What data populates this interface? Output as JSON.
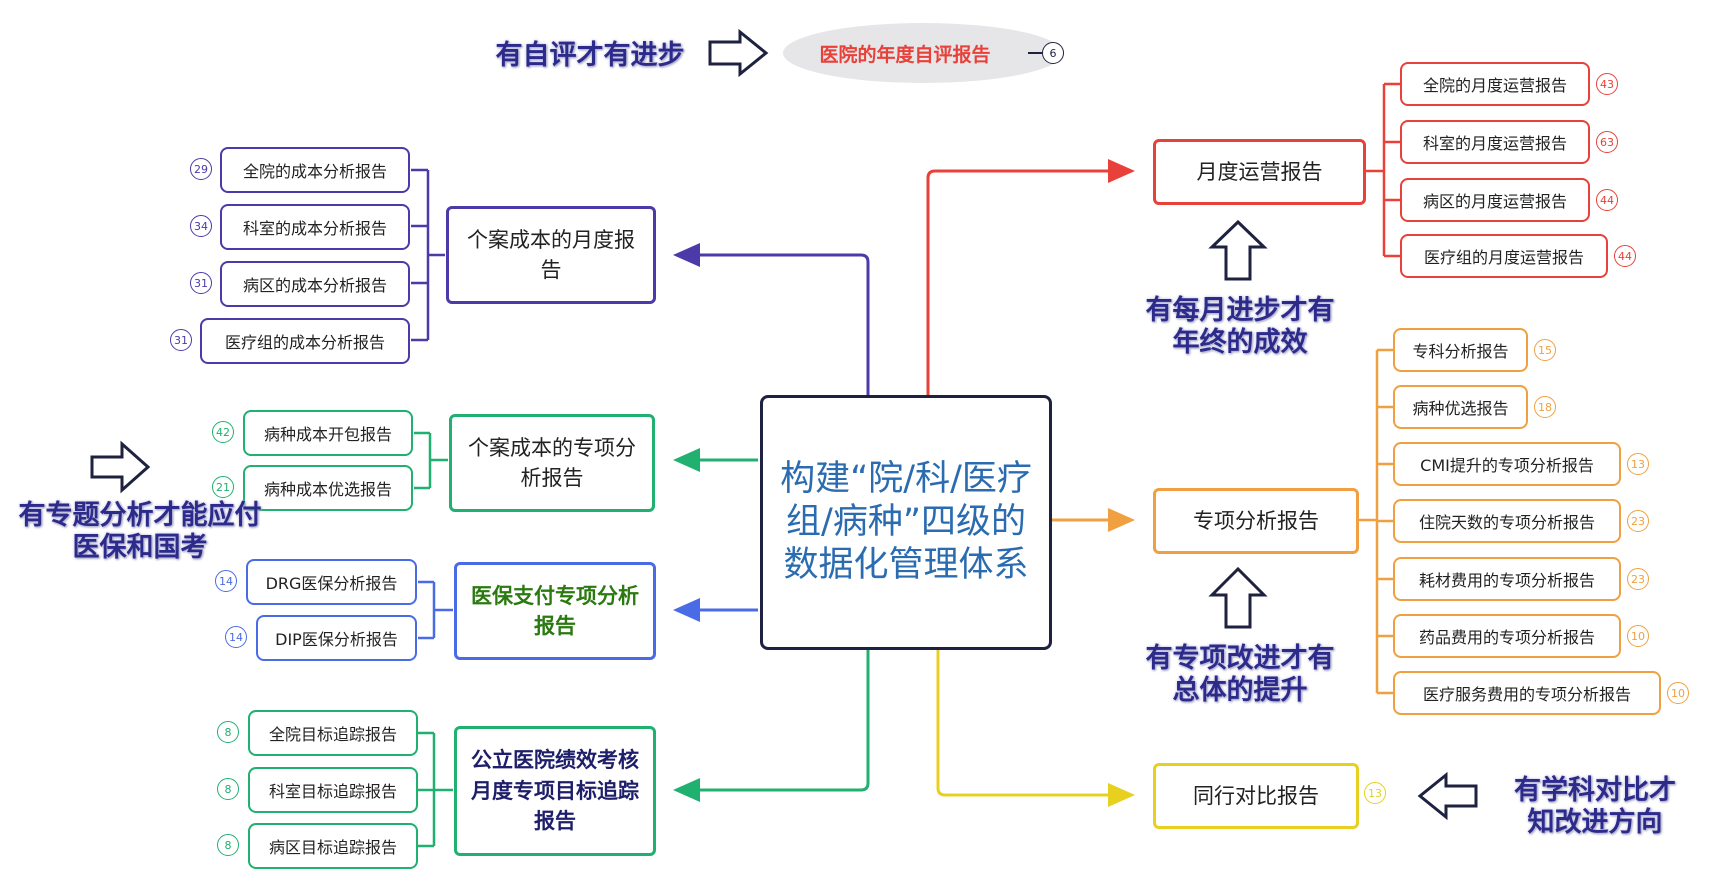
{
  "center": {
    "text": "构建“院/科/医疗组/病种”四级的数据化管理体系"
  },
  "top": {
    "label": "医院的年度自评报告",
    "count": "6"
  },
  "left": [
    {
      "label": "个案成本的月度报告",
      "color": "#4b3aa8",
      "children": [
        {
          "label": "全院的成本分析报告",
          "count": "29"
        },
        {
          "label": "科室的成本分析报告",
          "count": "34"
        },
        {
          "label": "病区的成本分析报告",
          "count": "31"
        },
        {
          "label": "医疗组的成本分析报告",
          "count": "31"
        }
      ]
    },
    {
      "label": "个案成本的专项分析报告",
      "color": "#20b070",
      "children": [
        {
          "label": "病种成本开包报告",
          "count": "42"
        },
        {
          "label": "病种成本优选报告",
          "count": "21"
        }
      ]
    },
    {
      "label": "医保支付专项分析报告",
      "color": "#4a6be6",
      "children": [
        {
          "label": "DRG医保分析报告",
          "count": "14"
        },
        {
          "label": "DIP医保分析报告",
          "count": "14"
        }
      ]
    },
    {
      "label": "公立医院绩效考核月度专项目标追踪报告",
      "color": "#20b070",
      "children": [
        {
          "label": "全院目标追踪报告",
          "count": "8"
        },
        {
          "label": "科室目标追踪报告",
          "count": "8"
        },
        {
          "label": "病区目标追踪报告",
          "count": "8"
        }
      ]
    }
  ],
  "right": [
    {
      "label": "月度运营报告",
      "color": "#e8413a",
      "children": [
        {
          "label": "全院的月度运营报告",
          "count": "43"
        },
        {
          "label": "科室的月度运营报告",
          "count": "63"
        },
        {
          "label": "病区的月度运营报告",
          "count": "44"
        },
        {
          "label": "医疗组的月度运营报告",
          "count": "44"
        }
      ]
    },
    {
      "label": "专项分析报告",
      "color": "#f0a040",
      "children": [
        {
          "label": "专科分析报告",
          "count": "15"
        },
        {
          "label": "病种优选报告",
          "count": "18"
        },
        {
          "label": "CMI提升的专项分析报告",
          "count": "13"
        },
        {
          "label": "住院天数的专项分析报告",
          "count": "23"
        },
        {
          "label": "耗材费用的专项分析报告",
          "count": "23"
        },
        {
          "label": "药品费用的专项分析报告",
          "count": "10"
        },
        {
          "label": "医疗服务费用的专项分析报告",
          "count": "10"
        }
      ]
    },
    {
      "label": "同行对比报告",
      "count": "13",
      "color": "#e8d020"
    }
  ],
  "slogans": {
    "top": "有自评才有进步",
    "left": "有专题分析才能应付医保和国考",
    "right_upper": "有每月进步才有年终的成效",
    "right_middle": "有专项改进才有总体的提升",
    "right_lower": "有学科对比才知改进方向"
  }
}
